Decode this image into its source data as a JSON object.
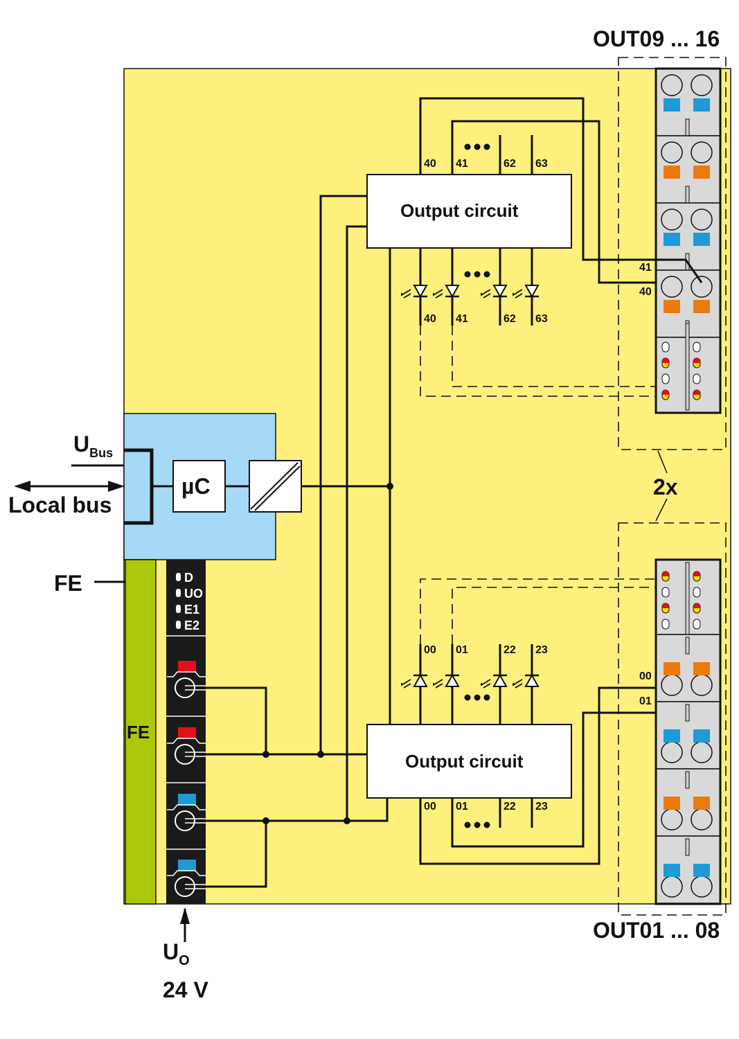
{
  "labels": {
    "out_top": "OUT09 ... 16",
    "out_bottom": "OUT01 ... 08",
    "multiplier": "2x",
    "ubus_main": "U",
    "ubus_sub": "Bus",
    "local_bus": "Local bus",
    "fe_left": "FE",
    "fe_bar": "FE",
    "uo_main": "U",
    "uo_sub": "O",
    "voltage": "24 V",
    "microcontroller": "µC",
    "output_circuit_top": "Output circuit",
    "output_circuit_bottom": "Output circuit"
  },
  "status_leds": [
    "D",
    "UO",
    "E1",
    "E2"
  ],
  "top_pins": [
    "40",
    "41",
    "62",
    "63"
  ],
  "bottom_pins": [
    "00",
    "01",
    "22",
    "23"
  ],
  "top_terminal_labels": [
    "41",
    "40"
  ],
  "bottom_terminal_labels": [
    "00",
    "01"
  ],
  "colors": {
    "module_bg": "#fdf07d",
    "bus_block": "#a6d9f5",
    "fe_bar": "#adc80a",
    "terminal_grey": "#d9d9d9",
    "blue_tab": "#1e9ad6",
    "orange_tab": "#ea7b0c",
    "red_tab": "#e3101b",
    "led_yellow": "#f5dc00"
  }
}
